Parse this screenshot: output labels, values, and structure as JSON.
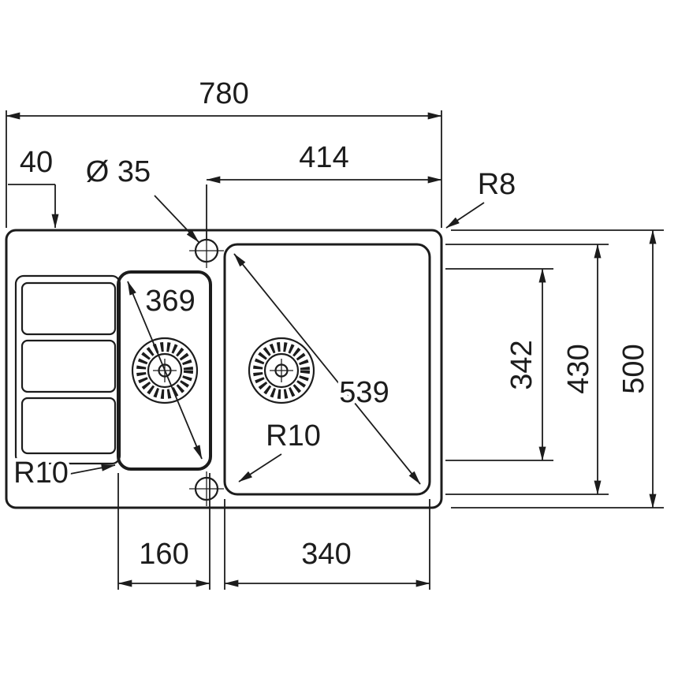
{
  "drawing": {
    "title": "Inset kitchen sink — dimensional drawing (top view)",
    "colors": {
      "ink": "#1c1c1c",
      "background": "#ffffff"
    },
    "dims": {
      "overall_width": "780",
      "hole_to_right": "414",
      "edge_offset": "40",
      "hole_diameter": "Ø 35",
      "outer_radius": "R8",
      "small_bowl_diagonal": "369",
      "large_bowl_diagonal": "539",
      "large_bowl_radius": "R10",
      "small_bowl_radius": "R10",
      "inner_depth": "342",
      "bowl_depth": "430",
      "overall_depth": "500",
      "small_bowl_width": "160",
      "large_bowl_width": "340"
    }
  }
}
